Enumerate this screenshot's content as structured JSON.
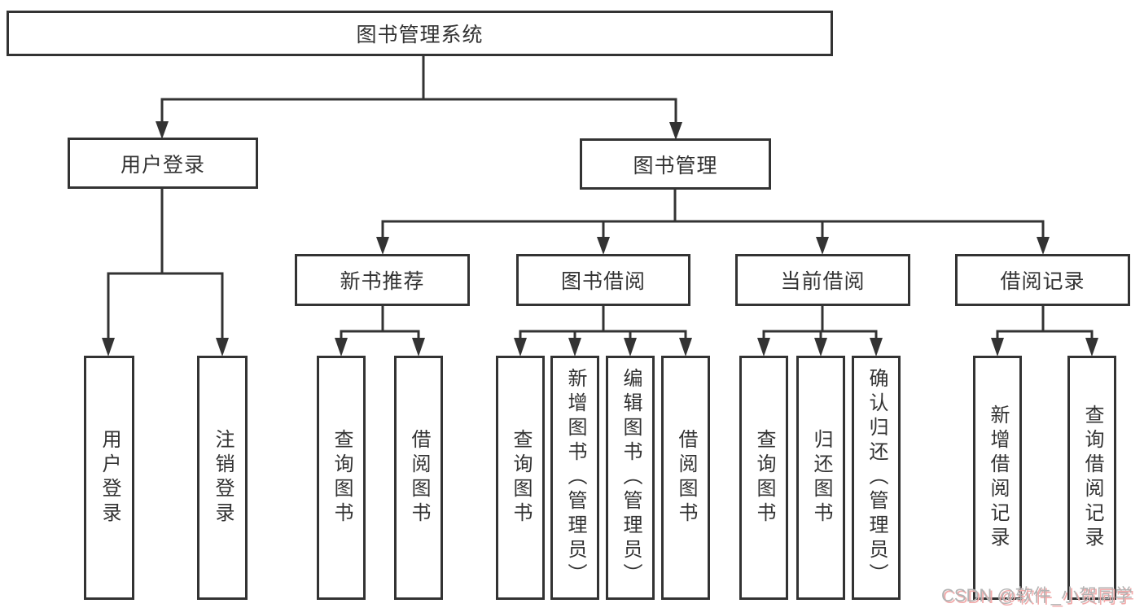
{
  "diagram": {
    "type": "hierarchy-tree",
    "colors": {
      "line": "#333333",
      "box_border": "#333333",
      "text": "#333333",
      "background": "#ffffff",
      "watermark_gray": "#b3b3b3",
      "watermark_red": "#f2aaaa"
    },
    "tree": {
      "root": "图书管理系统",
      "children": [
        {
          "label": "用户登录",
          "children": [
            {
              "label": "用户登录"
            },
            {
              "label": "注销登录"
            }
          ]
        },
        {
          "label": "图书管理",
          "children": [
            {
              "label": "新书推荐",
              "children": [
                {
                  "label": "查询图书"
                },
                {
                  "label": "借阅图书"
                }
              ]
            },
            {
              "label": "图书借阅",
              "children": [
                {
                  "label": "查询图书"
                },
                {
                  "label": "新增图书（管理员）"
                },
                {
                  "label": "编辑图书（管理员）"
                },
                {
                  "label": "借阅图书"
                }
              ]
            },
            {
              "label": "当前借阅",
              "children": [
                {
                  "label": "查询图书"
                },
                {
                  "label": "归还图书"
                },
                {
                  "label": "确认归还（管理员）"
                }
              ]
            },
            {
              "label": "借阅记录",
              "children": [
                {
                  "label": "新增借阅记录"
                },
                {
                  "label": "查询借阅记录"
                }
              ]
            }
          ]
        }
      ]
    },
    "watermark": {
      "text": "CSDN @软件_小贺同学"
    }
  }
}
